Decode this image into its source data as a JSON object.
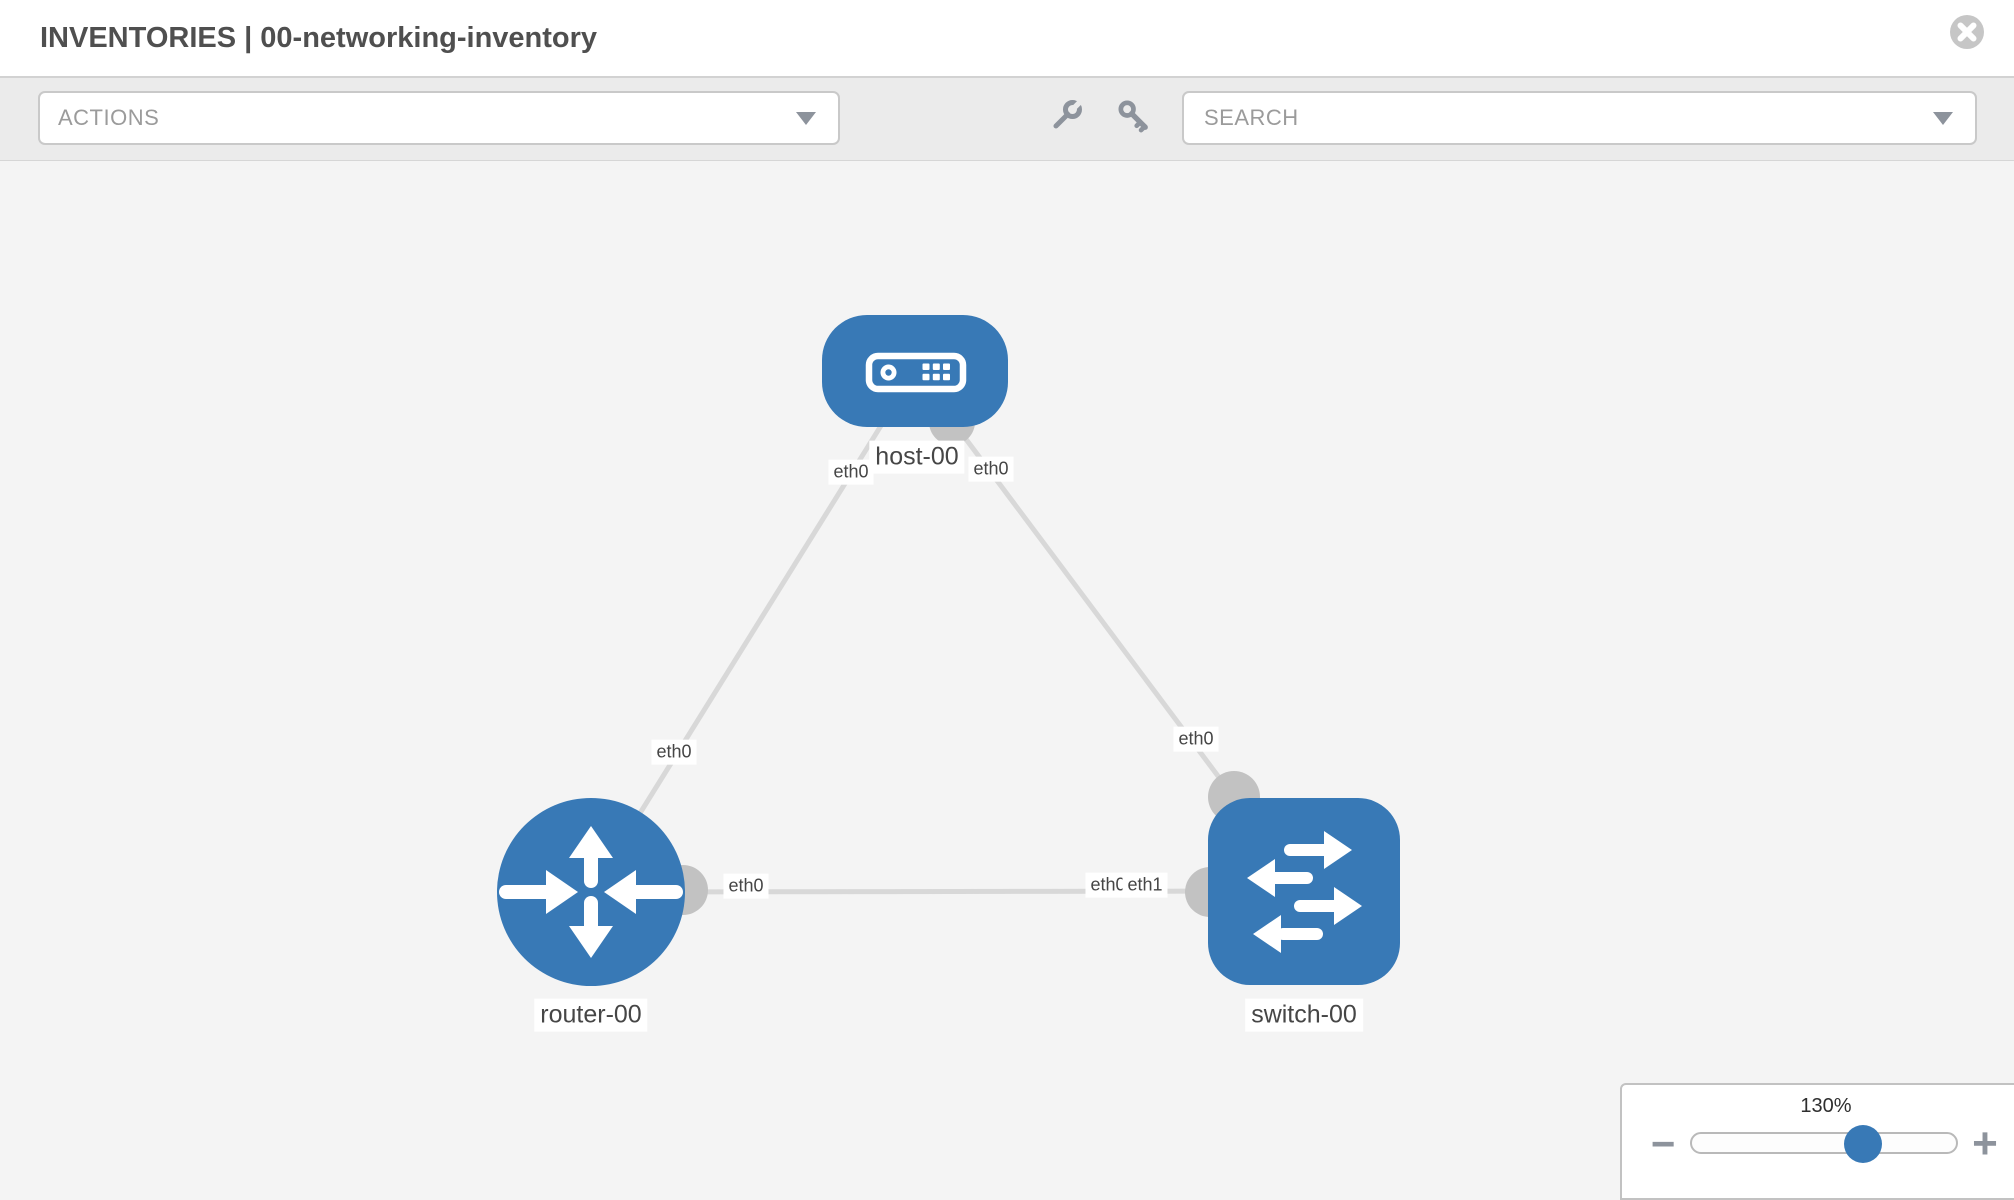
{
  "header": {
    "title": "INVENTORIES | 00-networking-inventory"
  },
  "toolbar": {
    "actions_label": "ACTIONS",
    "search_placeholder": "SEARCH"
  },
  "icons": {
    "header": [
      "close-icon"
    ],
    "toolbar": [
      "chevron-down-icon",
      "wrench-icon",
      "key-icon"
    ],
    "zoom": [
      "minus-icon",
      "plus-icon"
    ]
  },
  "topology": {
    "nodes": [
      {
        "label": "host-00",
        "type": "host"
      },
      {
        "label": "router-00",
        "type": "router"
      },
      {
        "label": "switch-00",
        "type": "switch"
      }
    ],
    "links": [
      {
        "from": "host-00",
        "to": "router-00"
      },
      {
        "from": "host-00",
        "to": "switch-00"
      },
      {
        "from": "router-00",
        "to": "switch-00"
      }
    ],
    "interface_labels": {
      "host_left": "eth0",
      "host_right": "eth0",
      "host_router_link": "eth0",
      "host_switch_link": "eth0",
      "router_right": "eth0",
      "switch_left_under": "eth0",
      "switch_left": "eth1"
    }
  },
  "zoom_control": {
    "level": "130%",
    "zoom_out_glyph": "−",
    "zoom_in_glyph": "+"
  },
  "colors": {
    "node_blue": "#3879b6",
    "link_gray": "#d8d8d8",
    "interface_dot_gray": "#c2c2c2",
    "icon_gray": "#8d939c",
    "placeholder_gray": "#9b9b9b",
    "title_gray": "#4f4f4f",
    "node_label_text": "#464646",
    "close_button_gray": "#c6c6c6",
    "slider_handle_blue": "#3879b6"
  }
}
